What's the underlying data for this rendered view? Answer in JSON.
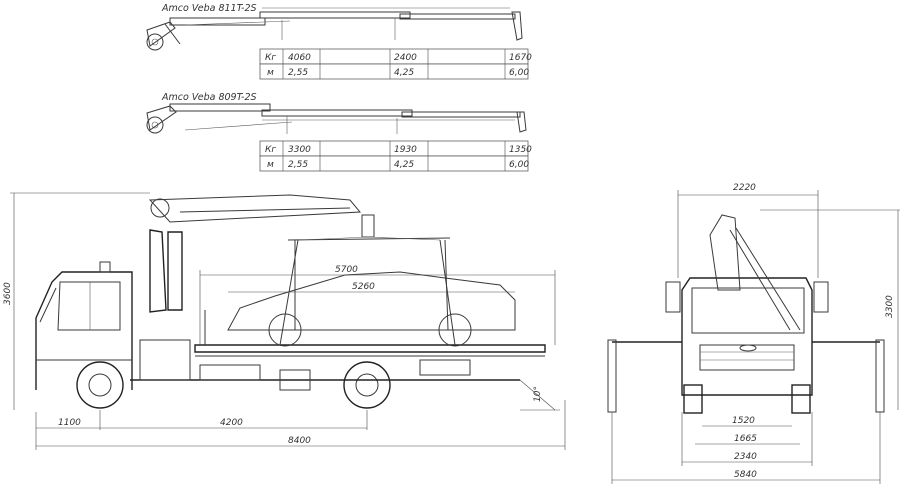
{
  "crane_tables": [
    {
      "model": "Amco Veba 811T-2S",
      "row_labels": [
        "Кг",
        "м"
      ],
      "values": [
        {
          "kg": "4060",
          "m": "2,55"
        },
        {
          "kg": "2400",
          "m": "4,25"
        },
        {
          "kg": "1670",
          "m": "6,00"
        }
      ]
    },
    {
      "model": "Amco Veba 809T-2S",
      "row_labels": [
        "Кг",
        "м"
      ],
      "values": [
        {
          "kg": "3300",
          "m": "2,55"
        },
        {
          "kg": "1930",
          "m": "4,25"
        },
        {
          "kg": "1350",
          "m": "6,00"
        }
      ]
    }
  ],
  "side_view": {
    "height": "3600",
    "platform_length": "5700",
    "platform_inner": "5260",
    "angle": "10°",
    "front_overhang": "1100",
    "wheelbase": "4200",
    "total_length": "8400"
  },
  "front_view": {
    "width_top": "2220",
    "height": "3300",
    "track_1": "1520",
    "track_2": "1665",
    "width_body": "2340",
    "outrigger_span": "5840"
  }
}
